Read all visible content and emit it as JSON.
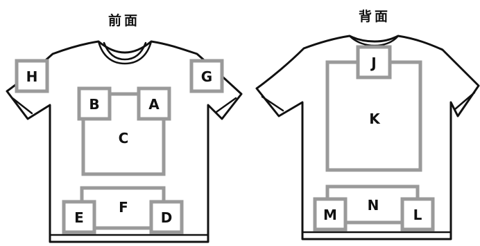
{
  "titles": {
    "front": "前面",
    "back": "背面"
  },
  "zones": {
    "front": {
      "A": "A",
      "B": "B",
      "C": "C",
      "D": "D",
      "E": "E",
      "F": "F",
      "G": "G",
      "H": "H"
    },
    "back": {
      "J": "J",
      "K": "K",
      "L": "L",
      "M": "M",
      "N": "N"
    }
  },
  "colors": {
    "outline": "#111111",
    "zone_border": "#9a9a9a",
    "background": "#ffffff"
  }
}
